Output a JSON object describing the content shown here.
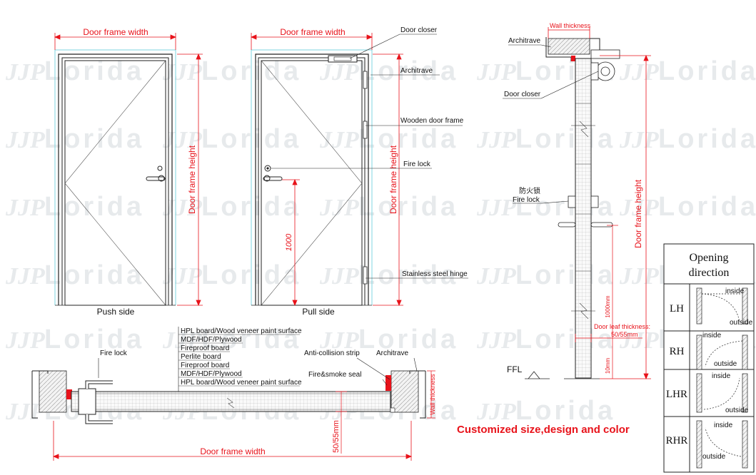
{
  "watermark": "Lorida",
  "watermark_logo": "JJP",
  "front_view_push": {
    "frame_width_label": "Door frame width",
    "frame_height_label": "Door frame height",
    "caption": "Push side"
  },
  "front_view_pull": {
    "frame_width_label": "Door frame width",
    "frame_height_label": "Door frame height",
    "handle_height": "1000",
    "caption": "Pull side",
    "callouts": [
      "Door closer",
      "Architrave",
      "Wooden door frame",
      "Fire lock",
      "Stainless steel hinge"
    ]
  },
  "section_view": {
    "wall_thickness_label": "Wall thickness",
    "callouts": {
      "architrave": "Architrave",
      "door_closer": "Door closer",
      "fire_lock_cn": "防火锁",
      "fire_lock": "Fire lock",
      "ffl": "FFL"
    },
    "frame_height_label": "Door frame height",
    "dim_1000": "1000mm",
    "dim_10": "10mm",
    "leaf_thickness_label": "Door leaf thickness:",
    "leaf_thickness_value": "50/55mm"
  },
  "plan_view": {
    "fire_lock": "Fire lock",
    "layers": [
      "HPL board/Wood veneer paint surface",
      "MDF/HDF/Plywood",
      "Fireproof board",
      "Perlite board",
      "Fireproof board",
      "MDF/HDF/Plywood",
      "HPL board/Wood veneer paint surface"
    ],
    "anti_collision": "Anti-collision strip",
    "architrave": "Architrave",
    "seal": "Fire&smoke  seal",
    "wall_thickness": "Wall thickness",
    "leaf_thickness": "50/55mm",
    "frame_width_label": "Door frame width"
  },
  "customized_note": "Customized size,design and color",
  "opening_direction": {
    "title_line1": "Opening",
    "title_line2": "direction",
    "rows": [
      {
        "code": "LH",
        "top": "inside",
        "bottom": "outside"
      },
      {
        "code": "RH",
        "top": "inside",
        "bottom": "outside"
      },
      {
        "code": "LHR",
        "top": "inside",
        "bottom": "outside"
      },
      {
        "code": "RHR",
        "top": "inside",
        "bottom": "outside"
      }
    ]
  }
}
